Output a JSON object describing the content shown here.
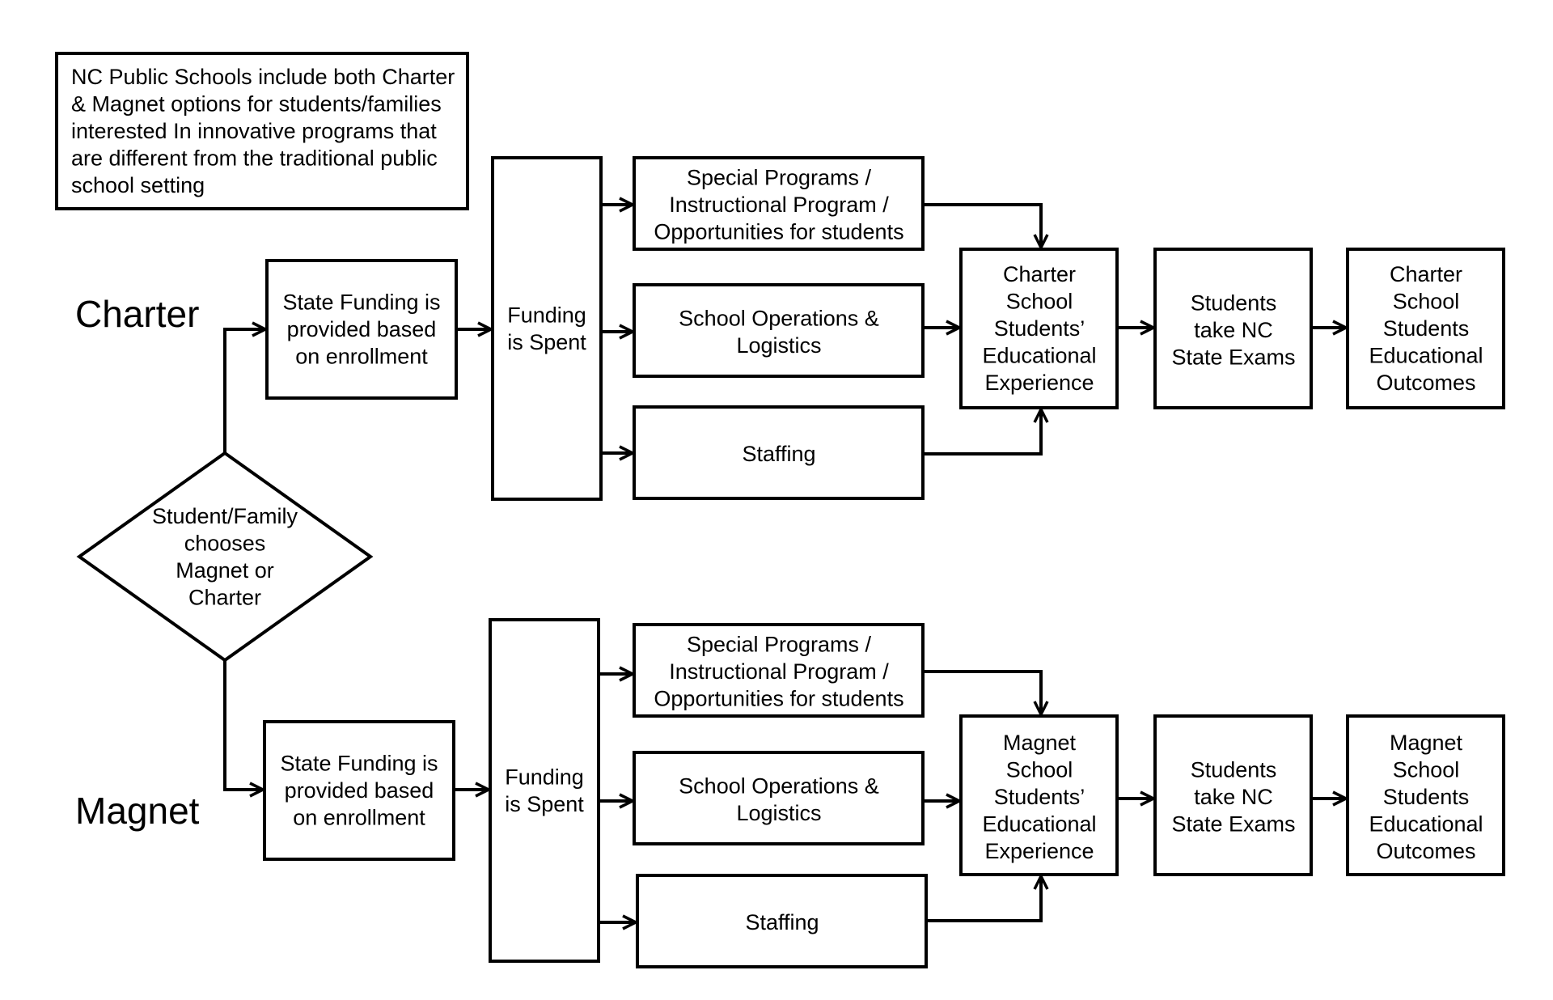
{
  "note": {
    "lines": [
      "NC Public Schools include both Charter",
      "& Magnet options for students/families",
      "interested In innovative programs that",
      "are different from the traditional public",
      "school setting"
    ]
  },
  "decision": {
    "lines": [
      "Student/Family",
      "chooses",
      "Magnet or",
      "Charter"
    ]
  },
  "charter": {
    "label": "Charter",
    "funding": {
      "lines": [
        "State Funding is",
        "provided based",
        "on enrollment"
      ]
    },
    "spent": {
      "lines": [
        "Funding",
        "is Spent"
      ]
    },
    "programs": {
      "lines": [
        "Special Programs /",
        "Instructional Program /",
        "Opportunities for students"
      ]
    },
    "operations": {
      "lines": [
        "School Operations &",
        "Logistics"
      ]
    },
    "staffing": {
      "lines": [
        "Staffing"
      ]
    },
    "experience": {
      "lines": [
        "Charter",
        "School",
        "Students’",
        "Educational",
        "Experience"
      ]
    },
    "exams": {
      "lines": [
        "Students",
        "take NC",
        "State Exams"
      ]
    },
    "outcomes": {
      "lines": [
        "Charter",
        "School",
        "Students",
        "Educational",
        "Outcomes"
      ]
    }
  },
  "magnet": {
    "label": "Magnet",
    "funding": {
      "lines": [
        "State Funding is",
        "provided based",
        "on enrollment"
      ]
    },
    "spent": {
      "lines": [
        "Funding",
        "is Spent"
      ]
    },
    "programs": {
      "lines": [
        "Special Programs /",
        "Instructional Program /",
        "Opportunities for students"
      ]
    },
    "operations": {
      "lines": [
        "School Operations &",
        "Logistics"
      ]
    },
    "staffing": {
      "lines": [
        "Staffing"
      ]
    },
    "experience": {
      "lines": [
        "Magnet",
        "School",
        "Students’",
        "Educational",
        "Experience"
      ]
    },
    "exams": {
      "lines": [
        "Students",
        "take NC",
        "State Exams"
      ]
    },
    "outcomes": {
      "lines": [
        "Magnet",
        "School",
        "Students",
        "Educational",
        "Outcomes"
      ]
    }
  }
}
